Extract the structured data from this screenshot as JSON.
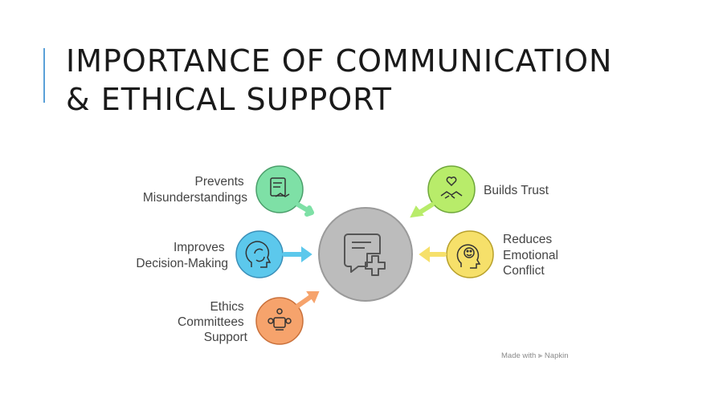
{
  "slide": {
    "title_line1": "IMPORTANCE OF COMMUNICATION",
    "title_line2": "& ETHICAL SUPPORT"
  },
  "diagram": {
    "center_icon": "chat-medical-icon",
    "items": [
      {
        "lines": [
          "Prevents",
          "Misunderstandings"
        ],
        "color": "#7ee0a6",
        "icon": "document-handshake-icon"
      },
      {
        "lines": [
          "Improves",
          "Decision-Making"
        ],
        "color": "#5cc8ec",
        "icon": "head-cycle-icon"
      },
      {
        "lines": [
          "Ethics",
          "Committees",
          "Support"
        ],
        "color": "#f6a36c",
        "icon": "committee-table-icon"
      },
      {
        "lines": [
          "Builds Trust"
        ],
        "color": "#b8ec6a",
        "icon": "heart-handshake-icon"
      },
      {
        "lines": [
          "Reduces",
          "Emotional",
          "Conflict"
        ],
        "color": "#f6e06a",
        "icon": "smiling-head-icon"
      }
    ]
  },
  "footer": {
    "watermark": "Made with ⫸ Napkin"
  }
}
